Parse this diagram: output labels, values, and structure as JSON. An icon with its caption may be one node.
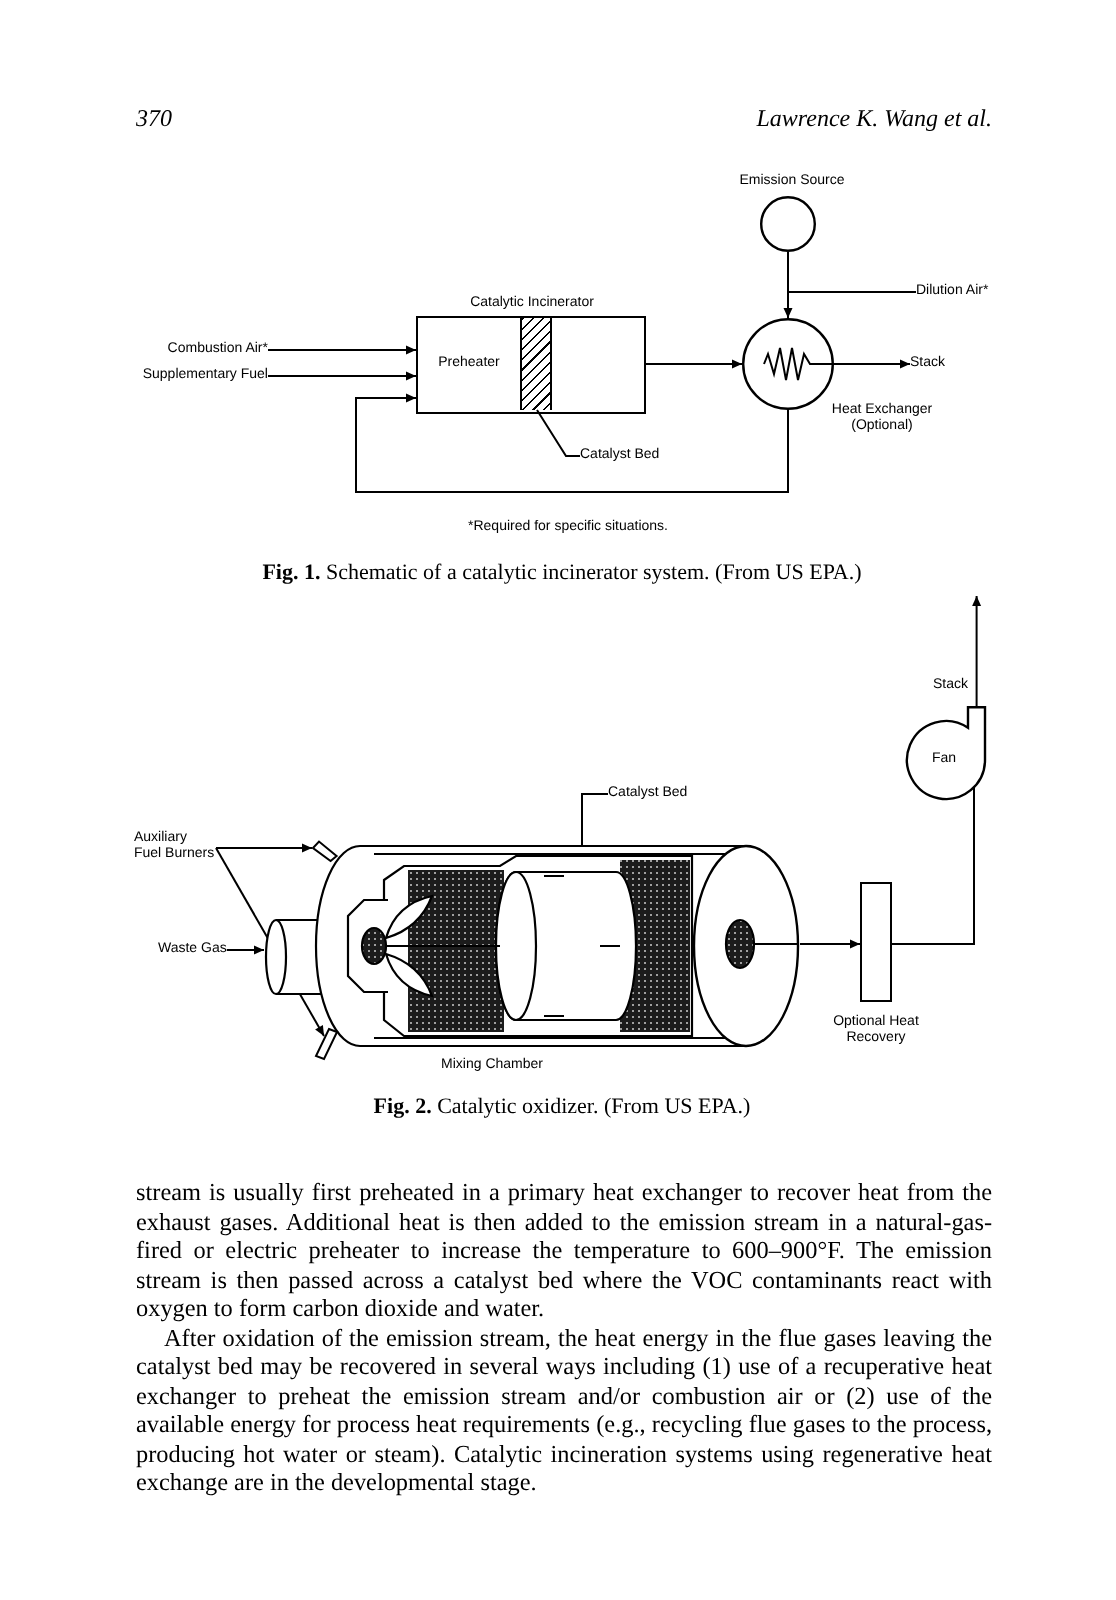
{
  "diagram": {
    "nodes": [
      {
        "text": [],
        "shape": "circle",
        "beside": [
          "Emission Source"
        ]
      },
      {
        "text": [
          "Dilution Air*"
        ]
      },
      {
        "text": [
          "Preheater"
        ],
        "beside": [
          "Catalytic Incinerator"
        ]
      },
      {
        "text": [],
        "shape": "box",
        "in": 2
      },
      {
        "text": [
          "Combustion Air*"
        ]
      },
      {
        "text": [
          "Supplementary Fuel"
        ]
      },
      {
        "text": [],
        "shape": "circle",
        "beside": [
          "Heat Exchanger (Optional)"
        ]
      },
      {
        "text": [
          "Stack"
        ]
      },
      {
        "text": [
          "Catalyst Bed"
        ]
      },
      {
        "text": [
          "Fan"
        ]
      },
      {
        "text": [
          "Catalyst Bed"
        ]
      },
      {
        "text": [
          "Auxiliary Fuel Burners"
        ]
      },
      {
        "text": [],
        "shape": "picture"
      },
      {
        "text": [],
        "shape": "bar",
        "in": 12
      },
      {
        "text": [],
        "shape": "bar",
        "in": 12
      },
      {
        "text": [
          "Waste Gas"
        ]
      },
      {
        "text": [],
        "shape": "box",
        "beside": [
          "Optional Heat Recovery"
        ]
      },
      {
        "text": [],
        "shape": "box",
        "in": 12
      }
    ],
    "edges": [
      {
        "from": 0,
        "to": 6,
        "arrow": "none"
      },
      {
        "from": 1,
        "to": 6,
        "arrow": "to"
      },
      {
        "from": 4,
        "to": 2,
        "arrow": "to"
      },
      {
        "from": 5,
        "to": 2,
        "arrow": "to"
      },
      {
        "from": 2,
        "to": 6,
        "arrow": "to"
      },
      {
        "from": 6,
        "to": 7,
        "arrow": "to"
      },
      {
        "from": 6,
        "to": 2,
        "arrow": "to"
      },
      {
        "from": 8,
        "to": 3,
        "arrow": "none"
      },
      {
        "from": 9,
        "to": null,
        "arrow": "to",
        "label": "Stack"
      },
      {
        "from": 10,
        "to": 17,
        "arrow": "none"
      },
      {
        "from": 11,
        "to": 13,
        "arrow": "to"
      },
      {
        "from": 11,
        "to": 14,
        "arrow": "to"
      },
      {
        "from": 15,
        "to": 12,
        "arrow": "to"
      },
      {
        "from": 12,
        "to": 16,
        "arrow": "to"
      },
      {
        "from": 16,
        "to": 9,
        "arrow": "none"
      }
    ],
    "labels": [
      "370",
      "Lawrence K. Wang et al.",
      "*Required for specific situations.",
      "**Fig. 1.** Schematic of a catalytic incinerator system. (From US EPA.)",
      "Mixing Chamber",
      "**Fig. 2.** Catalytic oxidizer. (From US EPA.)",
      "stream is usually first preheated in a primary heat exchanger to recover heat from the exhaust gases. Additional heat is then added to the emission stream in a natural-gas-fired or electric preheater to increase the temperature to 600–900°F. The emission stream is then passed across a catalyst bed where the VOC contaminants react with oxygen to form carbon dioxide and water.",
      "After oxidation of the emission stream, the heat energy in the flue gases leaving the catalyst bed may be recovered in several ways including (1) use of a recuperative heat exchanger to preheat the emission stream and/or combustion air or (2) use of the available energy for process heat requirements (e.g., recycling flue gases to the process, producing hot water or steam). Catalytic incineration systems using regenerative heat exchange are in the developmental stage."
    ]
  }
}
